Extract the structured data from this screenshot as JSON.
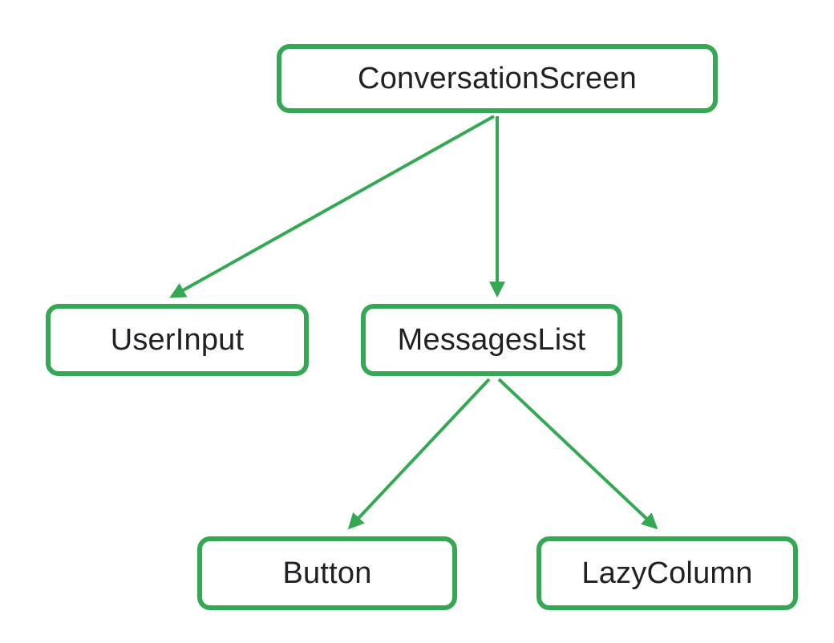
{
  "diagram": {
    "type": "tree",
    "accent_color": "#34A853",
    "node_background": "#ffffff",
    "text_color": "#202124",
    "nodes": [
      {
        "id": "conversation-screen",
        "label": "ConversationScreen",
        "level": 0
      },
      {
        "id": "user-input",
        "label": "UserInput",
        "level": 1
      },
      {
        "id": "messages-list",
        "label": "MessagesList",
        "level": 1
      },
      {
        "id": "button",
        "label": "Button",
        "level": 2
      },
      {
        "id": "lazy-column",
        "label": "LazyColumn",
        "level": 2
      }
    ],
    "edges": [
      {
        "from": "conversation-screen",
        "to": "user-input"
      },
      {
        "from": "conversation-screen",
        "to": "messages-list"
      },
      {
        "from": "messages-list",
        "to": "button"
      },
      {
        "from": "messages-list",
        "to": "lazy-column"
      }
    ]
  }
}
